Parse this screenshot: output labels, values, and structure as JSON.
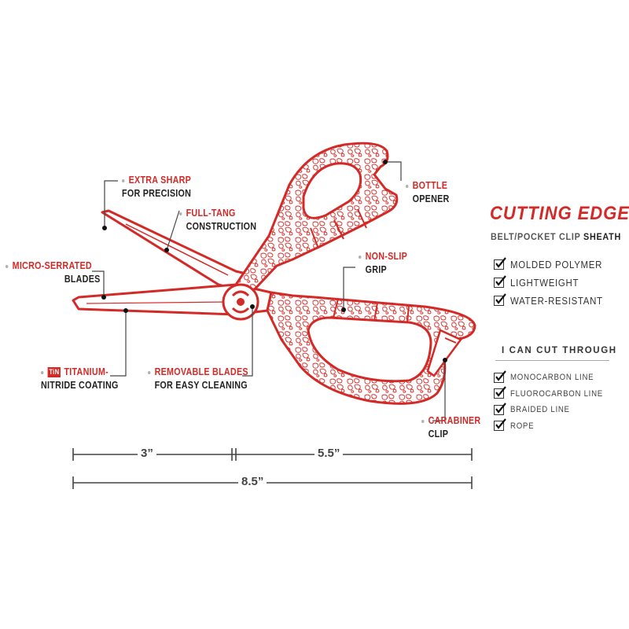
{
  "callouts": {
    "extra_sharp": {
      "line1": "EXTRA SHARP",
      "line2": "FOR PRECISION"
    },
    "full_tang": {
      "line1": "FULL-TANG",
      "line2": "CONSTRUCTION"
    },
    "micro_serrated": {
      "line1": "MICRO-SERRATED",
      "line2": "BLADES"
    },
    "titanium": {
      "badge": "TiN",
      "line1": "TITANIUM-",
      "line2": "NITRIDE COATING"
    },
    "removable": {
      "line1": "REMOVABLE BLADES",
      "line2": "FOR EASY CLEANING"
    },
    "bottle": {
      "line1": "BOTTLE",
      "line2": "OPENER"
    },
    "non_slip": {
      "line1": "NON-SLIP",
      "line2": "GRIP"
    },
    "carabiner": {
      "line1": "CARABINER",
      "line2": "CLIP"
    }
  },
  "panel": {
    "title": "CUTTING EDGE",
    "subtitle_a": "BELT/POCKET CLIP",
    "subtitle_b": "SHEATH",
    "features": [
      "MOLDED POLYMER",
      "LIGHTWEIGHT",
      "WATER-RESISTANT"
    ]
  },
  "cut_through": {
    "title": "I CAN CUT THROUGH",
    "items": [
      "MONOCARBON LINE",
      "FLUOROCARBON LINE",
      "BRAIDED LINE",
      "ROPE"
    ]
  },
  "dimensions": {
    "blade": "3”",
    "handle": "5.5”",
    "total": "8.5”"
  },
  "colors": {
    "accent": "#d42a27",
    "text": "#222222",
    "lines": "#444444"
  }
}
